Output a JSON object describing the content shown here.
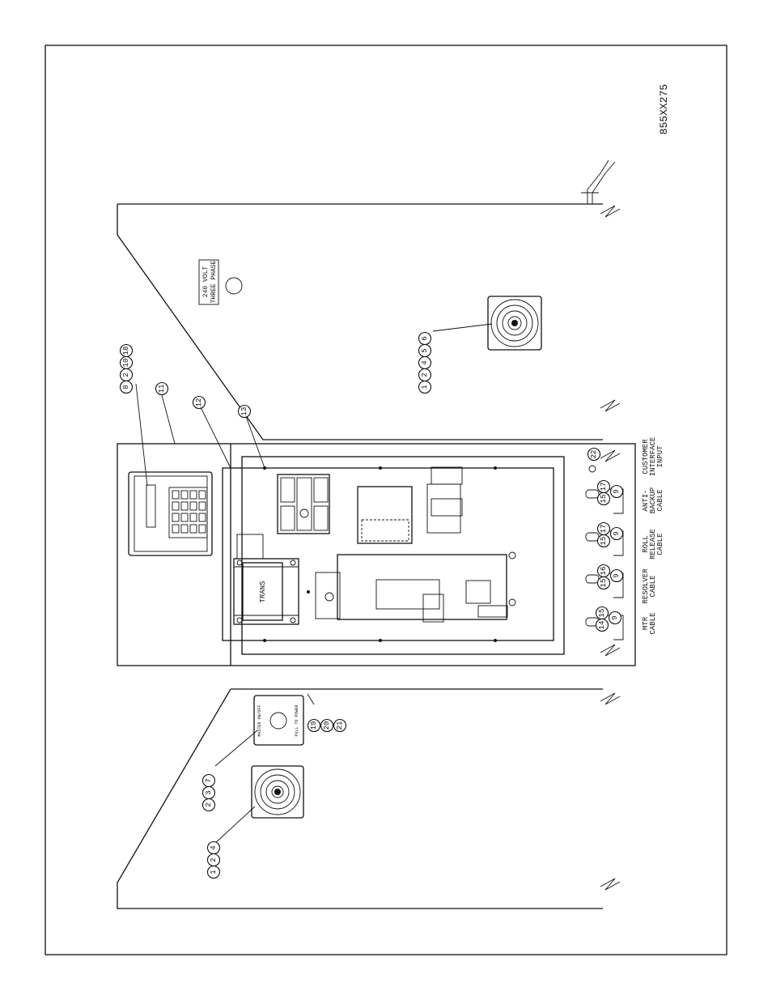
{
  "drawing_number": "855XX275",
  "door_plate": {
    "line1": "240 VOLT",
    "line2": "THREE PHASE"
  },
  "transformer_label": "TRANS",
  "cable_labels": {
    "mtr": [
      "MTR",
      "CABLE"
    ],
    "resolver": [
      "RESOLVER",
      "CABLE"
    ],
    "roll_release": [
      "ROLL",
      "RELEASE",
      "CABLE"
    ],
    "anti_backup": [
      "ANTI-",
      "BACKUP",
      "CABLE"
    ],
    "customer_interface": [
      "CUSTOMER",
      "INTERFACE",
      "INPUT"
    ]
  },
  "callouts": {
    "fan_right_door": [
      "1",
      "2",
      "4",
      "5",
      "6"
    ],
    "keypad": [
      "8",
      "2",
      "10",
      "18"
    ],
    "enclosure": [
      "11"
    ],
    "subpanel": [
      "12"
    ],
    "mount_hole": [
      "13"
    ],
    "switch_plate": [
      "2",
      "3",
      "7"
    ],
    "fan_left_door": [
      "1",
      "2",
      "4"
    ],
    "switch_hardware": [
      "19",
      "20",
      "21"
    ],
    "mtr_cable": [
      "14",
      "15",
      "9"
    ],
    "resolver_cable": [
      "15",
      "16",
      "9"
    ],
    "roll_release_cable": [
      "15",
      "17",
      "9"
    ],
    "anti_backup_cable": [
      "15",
      "17",
      "9"
    ],
    "customer_input": [
      "22"
    ]
  },
  "switch_plate_text": [
    "MASTER ON/OFF",
    "PULL TO POWER"
  ]
}
